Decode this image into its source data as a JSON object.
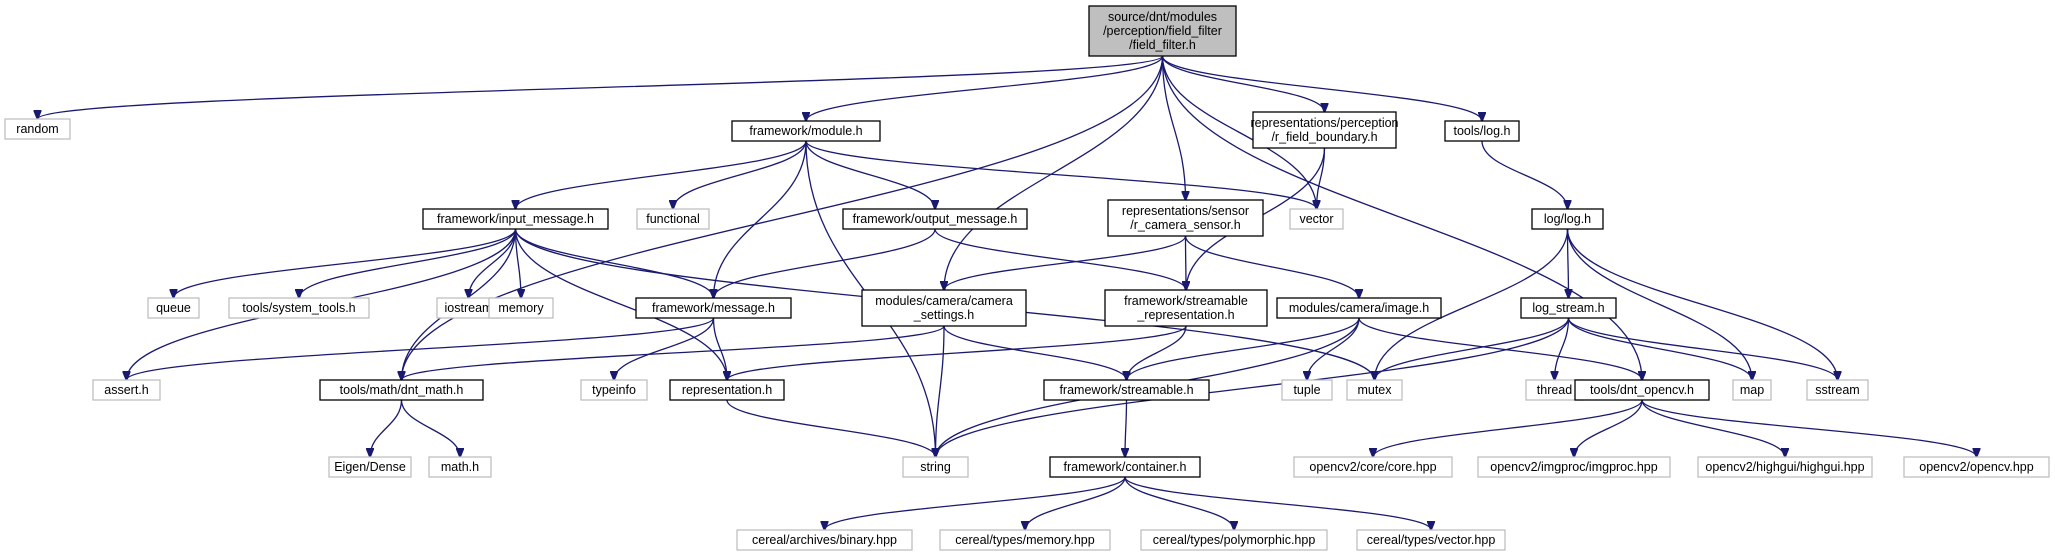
{
  "graph": {
    "colors": {
      "edge": "#191970",
      "documented_border": "#000000",
      "external_border": "#bfbfbf",
      "root_fill": "#bfbfbf",
      "node_fill": "#ffffff"
    },
    "nodes": [
      {
        "id": "root",
        "lines": [
          "source/dnt/modules",
          "/perception/field_filter",
          "/field_filter.h"
        ],
        "kind": "root"
      },
      {
        "id": "random",
        "lines": [
          "random"
        ],
        "kind": "external"
      },
      {
        "id": "module",
        "lines": [
          "framework/module.h"
        ],
        "kind": "documented"
      },
      {
        "id": "rfb",
        "lines": [
          "representations/perception",
          "/r_field_boundary.h"
        ],
        "kind": "documented"
      },
      {
        "id": "log",
        "lines": [
          "tools/log.h"
        ],
        "kind": "documented"
      },
      {
        "id": "functional",
        "lines": [
          "functional"
        ],
        "kind": "external"
      },
      {
        "id": "vector",
        "lines": [
          "vector"
        ],
        "kind": "external"
      },
      {
        "id": "input",
        "lines": [
          "framework/input_message.h"
        ],
        "kind": "documented"
      },
      {
        "id": "output",
        "lines": [
          "framework/output_message.h"
        ],
        "kind": "documented"
      },
      {
        "id": "rcs",
        "lines": [
          "representations/sensor",
          "/r_camera_sensor.h"
        ],
        "kind": "documented"
      },
      {
        "id": "loglog",
        "lines": [
          "log/log.h"
        ],
        "kind": "documented"
      },
      {
        "id": "queue",
        "lines": [
          "queue"
        ],
        "kind": "external"
      },
      {
        "id": "systools",
        "lines": [
          "tools/system_tools.h"
        ],
        "kind": "external"
      },
      {
        "id": "iostream",
        "lines": [
          "iostream"
        ],
        "kind": "external"
      },
      {
        "id": "memory",
        "lines": [
          "memory"
        ],
        "kind": "external"
      },
      {
        "id": "message",
        "lines": [
          "framework/message.h"
        ],
        "kind": "documented"
      },
      {
        "id": "camset",
        "lines": [
          "modules/camera/camera",
          "_settings.h"
        ],
        "kind": "documented"
      },
      {
        "id": "srep",
        "lines": [
          "framework/streamable",
          "_representation.h"
        ],
        "kind": "documented"
      },
      {
        "id": "image",
        "lines": [
          "modules/camera/image.h"
        ],
        "kind": "documented"
      },
      {
        "id": "logstream",
        "lines": [
          "log_stream.h"
        ],
        "kind": "documented"
      },
      {
        "id": "assert",
        "lines": [
          "assert.h"
        ],
        "kind": "external"
      },
      {
        "id": "dntmath",
        "lines": [
          "tools/math/dnt_math.h"
        ],
        "kind": "documented"
      },
      {
        "id": "typeinfo",
        "lines": [
          "typeinfo"
        ],
        "kind": "external"
      },
      {
        "id": "representation",
        "lines": [
          "representation.h"
        ],
        "kind": "documented"
      },
      {
        "id": "streamable",
        "lines": [
          "framework/streamable.h"
        ],
        "kind": "documented"
      },
      {
        "id": "tuple",
        "lines": [
          "tuple"
        ],
        "kind": "external"
      },
      {
        "id": "mutex",
        "lines": [
          "mutex"
        ],
        "kind": "external"
      },
      {
        "id": "thread",
        "lines": [
          "thread"
        ],
        "kind": "external"
      },
      {
        "id": "dntcv",
        "lines": [
          "tools/dnt_opencv.h"
        ],
        "kind": "documented"
      },
      {
        "id": "map",
        "lines": [
          "map"
        ],
        "kind": "external"
      },
      {
        "id": "sstream",
        "lines": [
          "sstream"
        ],
        "kind": "external"
      },
      {
        "id": "eigen",
        "lines": [
          "Eigen/Dense"
        ],
        "kind": "external"
      },
      {
        "id": "mathh",
        "lines": [
          "math.h"
        ],
        "kind": "external"
      },
      {
        "id": "string",
        "lines": [
          "string"
        ],
        "kind": "external"
      },
      {
        "id": "container",
        "lines": [
          "framework/container.h"
        ],
        "kind": "documented"
      },
      {
        "id": "cvcore",
        "lines": [
          "opencv2/core/core.hpp"
        ],
        "kind": "external"
      },
      {
        "id": "cvimgproc",
        "lines": [
          "opencv2/imgproc/imgproc.hpp"
        ],
        "kind": "external"
      },
      {
        "id": "cvhighgui",
        "lines": [
          "opencv2/highgui/highgui.hpp"
        ],
        "kind": "external"
      },
      {
        "id": "cvopencv",
        "lines": [
          "opencv2/opencv.hpp"
        ],
        "kind": "external"
      },
      {
        "id": "cbinary",
        "lines": [
          "cereal/archives/binary.hpp"
        ],
        "kind": "external"
      },
      {
        "id": "cmemory",
        "lines": [
          "cereal/types/memory.hpp"
        ],
        "kind": "external"
      },
      {
        "id": "cpoly",
        "lines": [
          "cereal/types/polymorphic.hpp"
        ],
        "kind": "external"
      },
      {
        "id": "cvector",
        "lines": [
          "cereal/types/vector.hpp"
        ],
        "kind": "external"
      }
    ],
    "edges": [
      [
        "root",
        "random"
      ],
      [
        "root",
        "dntmath"
      ],
      [
        "root",
        "module"
      ],
      [
        "root",
        "camset"
      ],
      [
        "root",
        "rcs"
      ],
      [
        "root",
        "vector"
      ],
      [
        "root",
        "rfb"
      ],
      [
        "root",
        "log"
      ],
      [
        "root",
        "dntcv"
      ],
      [
        "module",
        "input"
      ],
      [
        "module",
        "functional"
      ],
      [
        "module",
        "output"
      ],
      [
        "module",
        "message"
      ],
      [
        "module",
        "string"
      ],
      [
        "module",
        "vector"
      ],
      [
        "rfb",
        "vector"
      ],
      [
        "rfb",
        "srep"
      ],
      [
        "log",
        "loglog"
      ],
      [
        "input",
        "assert"
      ],
      [
        "input",
        "queue"
      ],
      [
        "input",
        "systools"
      ],
      [
        "input",
        "iostream"
      ],
      [
        "input",
        "memory"
      ],
      [
        "input",
        "message"
      ],
      [
        "input",
        "representation"
      ],
      [
        "input",
        "mutex"
      ],
      [
        "input",
        "dntmath"
      ],
      [
        "output",
        "message"
      ],
      [
        "output",
        "srep"
      ],
      [
        "rcs",
        "camset"
      ],
      [
        "rcs",
        "srep"
      ],
      [
        "rcs",
        "image"
      ],
      [
        "loglog",
        "logstream"
      ],
      [
        "loglog",
        "mutex"
      ],
      [
        "loglog",
        "map"
      ],
      [
        "loglog",
        "sstream"
      ],
      [
        "message",
        "assert"
      ],
      [
        "message",
        "typeinfo"
      ],
      [
        "message",
        "representation"
      ],
      [
        "camset",
        "dntmath"
      ],
      [
        "camset",
        "string"
      ],
      [
        "camset",
        "streamable"
      ],
      [
        "srep",
        "representation"
      ],
      [
        "srep",
        "streamable"
      ],
      [
        "image",
        "streamable"
      ],
      [
        "image",
        "tuple"
      ],
      [
        "image",
        "string"
      ],
      [
        "image",
        "dntcv"
      ],
      [
        "logstream",
        "mutex"
      ],
      [
        "logstream",
        "thread"
      ],
      [
        "logstream",
        "map"
      ],
      [
        "logstream",
        "sstream"
      ],
      [
        "logstream",
        "string"
      ],
      [
        "dntmath",
        "eigen"
      ],
      [
        "dntmath",
        "mathh"
      ],
      [
        "representation",
        "string"
      ],
      [
        "streamable",
        "container"
      ],
      [
        "dntcv",
        "cvcore"
      ],
      [
        "dntcv",
        "cvimgproc"
      ],
      [
        "dntcv",
        "cvhighgui"
      ],
      [
        "dntcv",
        "cvopencv"
      ],
      [
        "container",
        "cbinary"
      ],
      [
        "container",
        "cmemory"
      ],
      [
        "container",
        "cpoly"
      ],
      [
        "container",
        "cvector"
      ]
    ]
  }
}
